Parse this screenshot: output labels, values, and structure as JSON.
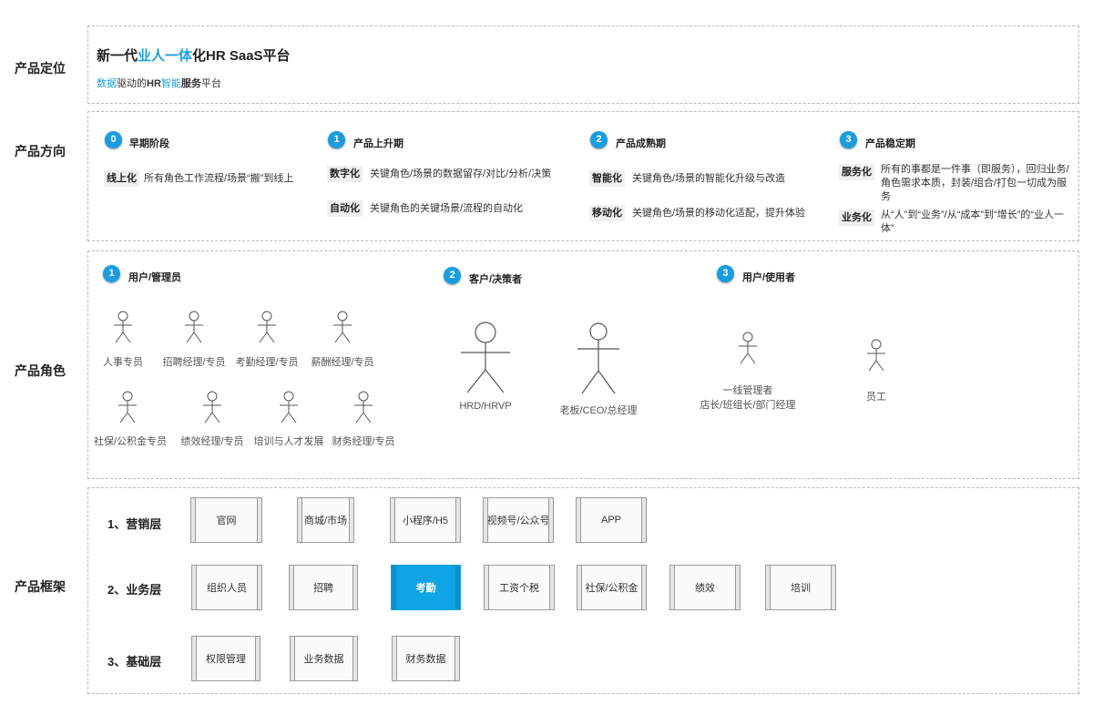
{
  "sections": {
    "positioning": "产品定位",
    "direction": "产品方向",
    "roles": "产品角色",
    "framework": "产品框架"
  },
  "positioning": {
    "title_prefix": "新一代",
    "title_accent": "业人一体",
    "title_suffix": "化HR SaaS平台",
    "sub_accent1": "数据",
    "sub_mid1": "驱动的",
    "sub_bold": "HR",
    "sub_accent2": "智能",
    "sub_bold2": "服务",
    "sub_end": "平台"
  },
  "direction": {
    "stages": [
      {
        "num": "0",
        "title": "早期阶段",
        "items": [
          {
            "tag": "线上化",
            "desc": "所有角色工作流程/场景“搬”到线上"
          }
        ]
      },
      {
        "num": "1",
        "title": "产品上升期",
        "items": [
          {
            "tag": "数字化",
            "desc": "关键角色/场景的数据留存/对比/分析/决策"
          },
          {
            "tag": "自动化",
            "desc": "关键角色的关键场景/流程的自动化"
          }
        ]
      },
      {
        "num": "2",
        "title": "产品成熟期",
        "items": [
          {
            "tag": "智能化",
            "desc": "关键角色/场景的智能化升级与改造"
          },
          {
            "tag": "移动化",
            "desc": "关键角色/场景的移动化适配，提升体验"
          }
        ]
      },
      {
        "num": "3",
        "title": "产品稳定期",
        "items": [
          {
            "tag": "服务化",
            "desc": "所有的事都是一件事（即服务），回归业务/角色需求本质，封装/组合/打包一切成为服务"
          },
          {
            "tag": "业务化",
            "desc": "从“人”到“业务”/从“成本”到“增长”的“业人一体”"
          }
        ]
      }
    ]
  },
  "roles": {
    "groups": [
      {
        "num": "1",
        "title": "用户/管理员"
      },
      {
        "num": "2",
        "title": "客户/决策者"
      },
      {
        "num": "3",
        "title": "用户/使用者"
      }
    ],
    "admins_row1": [
      "人事专员",
      "招聘经理/专员",
      "考勤经理/专员",
      "薪酬经理/专员"
    ],
    "admins_row2": [
      "社保/公积金专员",
      "绩效经理/专员",
      "培训与人才发展",
      "财务经理/专员"
    ],
    "deciders": [
      "HRD/HRVP",
      "老板/CEO/总经理"
    ],
    "users": {
      "manager_line1": "一线管理者",
      "manager_line2": "店长/班组长/部门经理",
      "employee": "员工"
    }
  },
  "framework": {
    "layers": [
      {
        "label": "1、营销层",
        "items": [
          "官网",
          "商城/市场",
          "小程序/H5",
          "视频号/公众号",
          "APP"
        ]
      },
      {
        "label": "2、业务层",
        "items": [
          "组织人员",
          "招聘",
          "考勤",
          "工资个税",
          "社保/公积金",
          "绩效",
          "培训"
        ],
        "active": "考勤"
      },
      {
        "label": "3、基础层",
        "items": [
          "权限管理",
          "业务数据",
          "财务数据"
        ]
      }
    ]
  },
  "colors": {
    "accent": "#1aa3e0",
    "active_box": "#10a4e4"
  }
}
